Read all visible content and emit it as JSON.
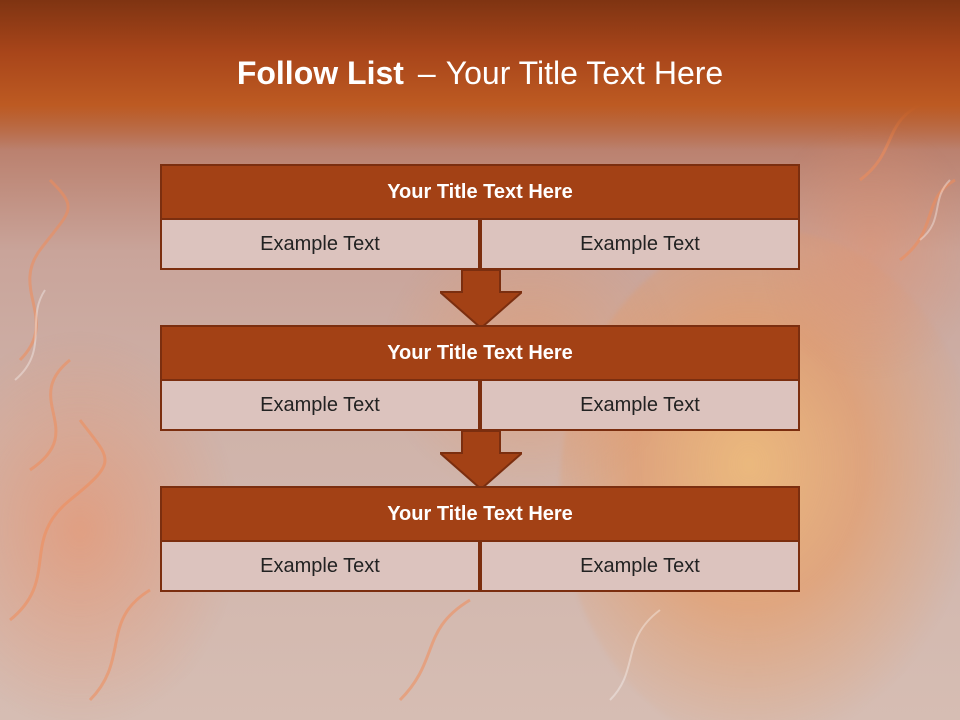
{
  "title": {
    "bold": "Follow List",
    "dash": "–",
    "rest": "Your Title Text Here"
  },
  "boxes": [
    {
      "title": "Your Title Text Here",
      "left": "Example Text",
      "right": "Example Text"
    },
    {
      "title": "Your Title Text Here",
      "left": "Example Text",
      "right": "Example Text"
    },
    {
      "title": "Your Title Text Here",
      "left": "Example Text",
      "right": "Example Text"
    }
  ],
  "colors": {
    "header": "#a8451a",
    "box_title": "#a34115",
    "box_cell": "#dcc3be",
    "border": "#7b2e0f"
  }
}
